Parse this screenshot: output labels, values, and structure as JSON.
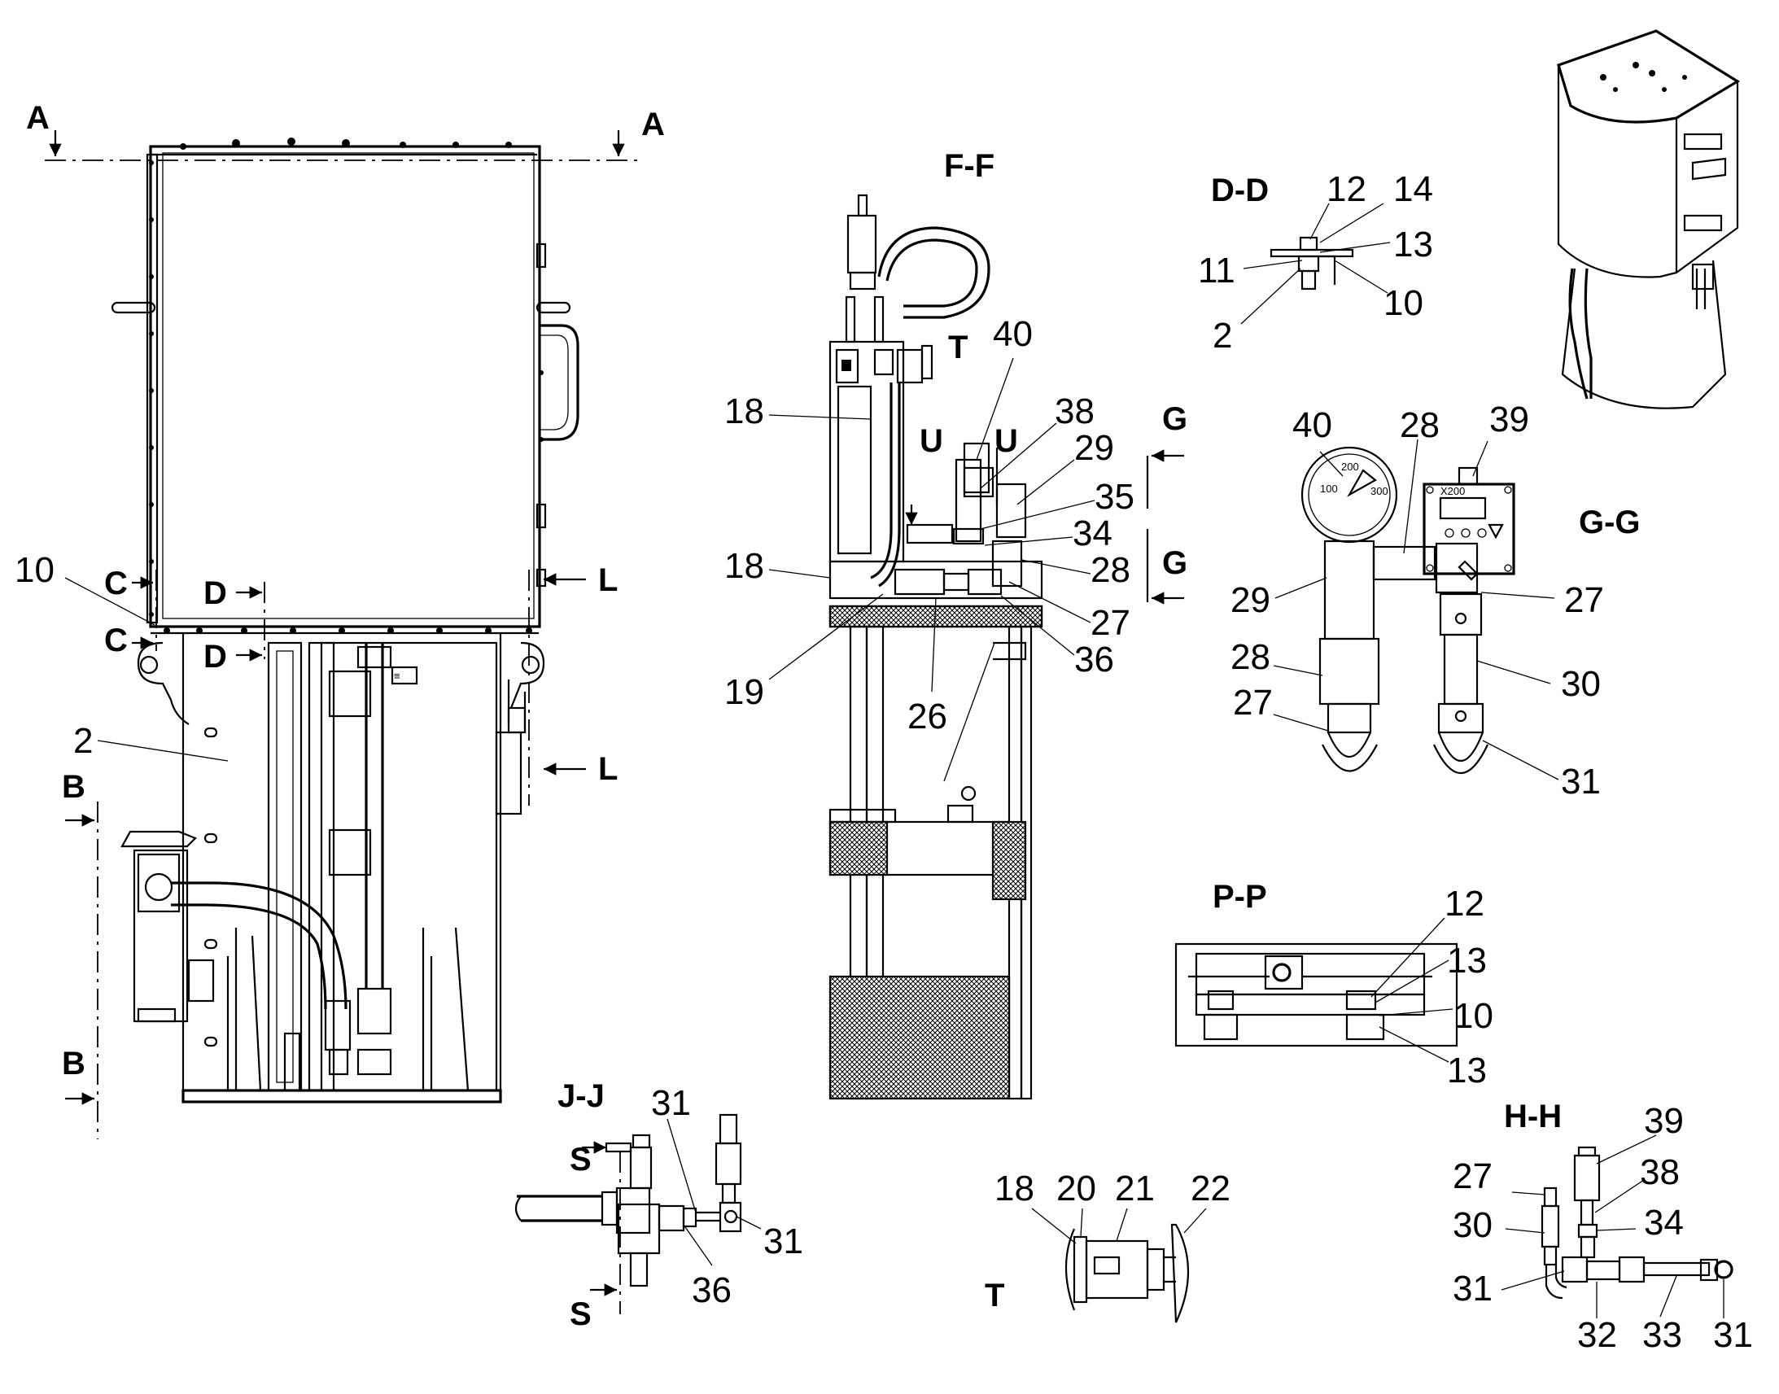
{
  "section_labels": {
    "a_left": "A",
    "a_right": "A",
    "b_top": "B",
    "b_bottom": "B",
    "c_top": "C",
    "c_bottom": "C",
    "d_top": "D",
    "d_bottom": "D",
    "l_top": "L",
    "l_bottom": "L",
    "ff": "F-F",
    "dd": "D-D",
    "gg": "G-G",
    "pp": "P-P",
    "jj": "J-J",
    "hh": "H-H",
    "g_top": "G",
    "g_bottom": "G",
    "u_left": "U",
    "u_right": "U",
    "t_ff": "T",
    "t_detail": "T",
    "s_top": "S",
    "s_bottom": "S"
  },
  "callouts": {
    "main": {
      "n10": "10",
      "n2": "2"
    },
    "ff": {
      "n18a": "18",
      "n18b": "18",
      "n40": "40",
      "n38": "38",
      "n29": "29",
      "n35": "35",
      "n34": "34",
      "n28": "28",
      "n27": "27",
      "n36": "36",
      "n26": "26",
      "n19": "19"
    },
    "dd": {
      "n12": "12",
      "n14": "14",
      "n13": "13",
      "n11": "11",
      "n10": "10",
      "n2": "2"
    },
    "gg": {
      "n40": "40",
      "n28a": "28",
      "n39": "39",
      "n29": "29",
      "n27a": "27",
      "n28b": "28",
      "n30": "30",
      "n27b": "27",
      "n31": "31"
    },
    "pp": {
      "n12": "12",
      "n13a": "13",
      "n10": "10",
      "n13b": "13"
    },
    "jj": {
      "n31a": "31",
      "n31b": "31",
      "n36": "36"
    },
    "t": {
      "n18": "18",
      "n20": "20",
      "n21": "21",
      "n22": "22"
    },
    "hh": {
      "n39": "39",
      "n27": "27",
      "n38": "38",
      "n30": "30",
      "n34": "34",
      "n31a": "31",
      "n32": "32",
      "n33": "33",
      "n31b": "31"
    }
  },
  "icons": [
    "handle-icon",
    "pressure-gauge-icon",
    "digital-display-icon",
    "filter-icon",
    "hose-icon",
    "valve-icon",
    "isometric-tank-icon"
  ],
  "colors": {
    "line": "#000000",
    "background": "#ffffff"
  }
}
